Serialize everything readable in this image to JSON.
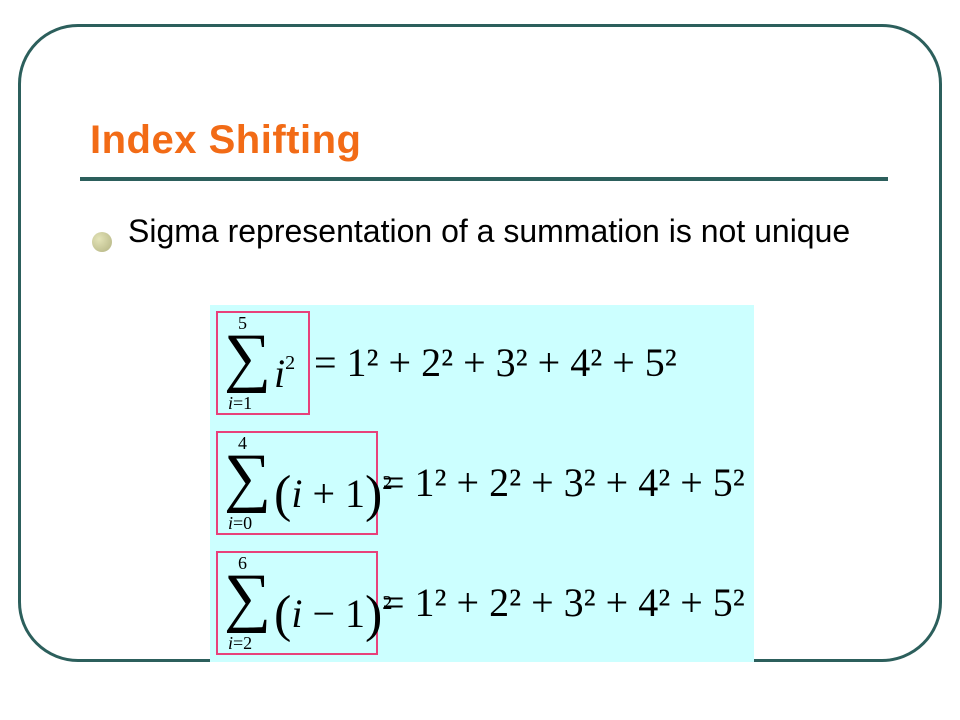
{
  "slide": {
    "title": "Index Shifting",
    "bullet": "Sigma representation of a summation is not unique"
  },
  "equations": [
    {
      "upper": "5",
      "lower_var": "i",
      "lower_val": "=1",
      "summand_var": "i",
      "summand_rest": "",
      "exponent": "2",
      "rhs": "= 1² + 2² + 3² + 4² + 5²"
    },
    {
      "upper": "4",
      "lower_var": "i",
      "lower_val": "=0",
      "summand_var": "i",
      "summand_rest": " + 1",
      "exponent": "2",
      "rhs": "= 1² + 2² + 3² + 4² + 5²"
    },
    {
      "upper": "6",
      "lower_var": "i",
      "lower_val": "=2",
      "summand_var": "i",
      "summand_rest": " − 1",
      "exponent": "2",
      "rhs": "= 1² + 2² + 3² + 4² + 5²"
    }
  ],
  "colors": {
    "title": "#f26b16",
    "frame": "#2c5f5c",
    "panel": "#ccffff",
    "highlight_box": "#e8417a"
  }
}
